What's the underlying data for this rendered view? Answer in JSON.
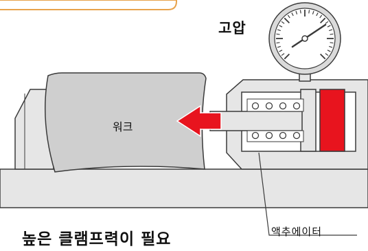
{
  "labels": {
    "pressure_title": "고압",
    "workpiece": "워크",
    "actuator": "액추에이터",
    "caption": "높은 클램프력이 필요"
  },
  "colors": {
    "accent_orange": "#E8A24A",
    "arrow_red": "#E8141E",
    "piston_red": "#E8141E",
    "body_gray": "#E6E6E6",
    "work_gray": "#CFCFCF",
    "outline": "#3A3A3A"
  },
  "icons": {
    "gauge": "pressure-gauge-icon",
    "push_arrow": "arrow-left-icon"
  }
}
